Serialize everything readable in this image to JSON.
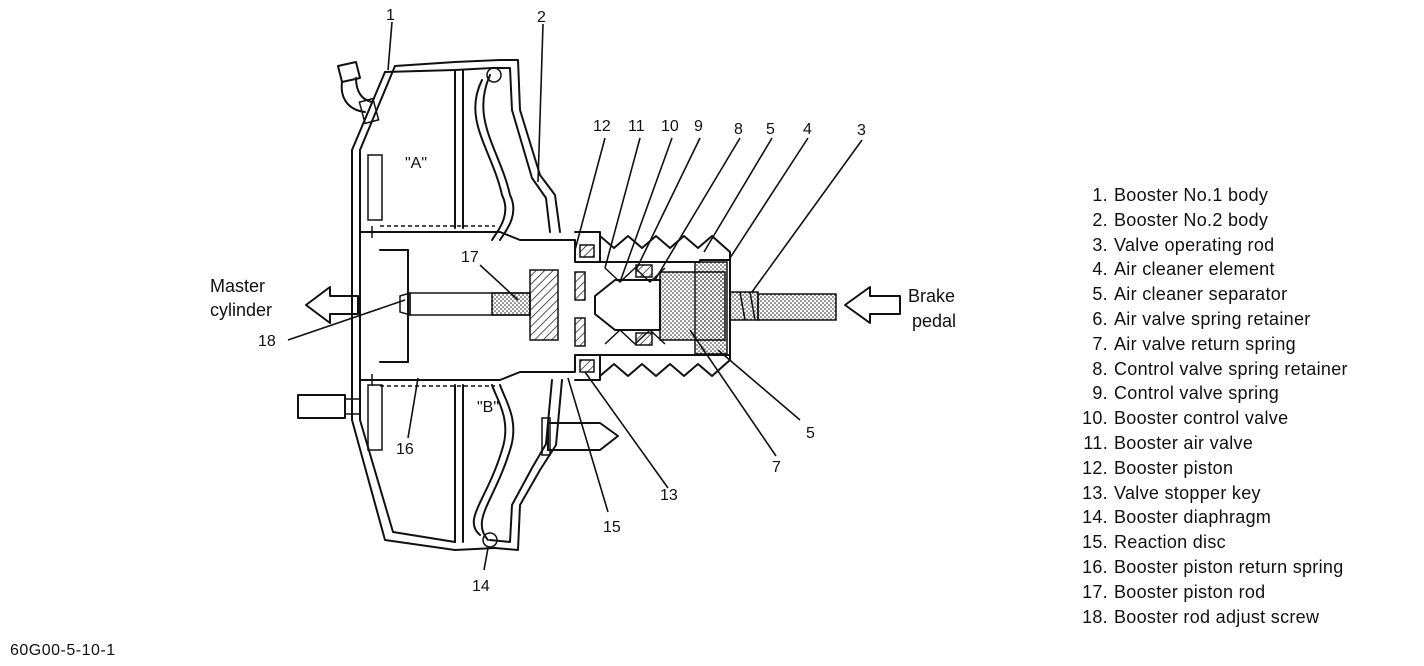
{
  "diagram": {
    "chamber_a": "\"A\"",
    "chamber_b": "\"B\"",
    "left_label": [
      "Master",
      "cylinder"
    ],
    "right_label": [
      "Brake",
      "pedal"
    ],
    "callouts": {
      "c1": "1",
      "c2": "2",
      "c3": "3",
      "c4": "4",
      "c5_top": "5",
      "c8": "8",
      "c9": "9",
      "c10": "10",
      "c11": "11",
      "c12": "12",
      "c17": "17",
      "c18": "18",
      "c16": "16",
      "c14": "14",
      "c15": "15",
      "c13": "13",
      "c5_low": "5",
      "c7": "7"
    }
  },
  "legend": [
    {
      "num": "1.",
      "label": "Booster No.1 body"
    },
    {
      "num": "2.",
      "label": "Booster No.2 body"
    },
    {
      "num": "3.",
      "label": "Valve operating rod"
    },
    {
      "num": "4.",
      "label": "Air cleaner element"
    },
    {
      "num": "5.",
      "label": "Air cleaner separator"
    },
    {
      "num": "6.",
      "label": "Air valve spring retainer"
    },
    {
      "num": "7.",
      "label": "Air valve return spring"
    },
    {
      "num": "8.",
      "label": "Control valve spring retainer"
    },
    {
      "num": "9.",
      "label": "Control valve spring"
    },
    {
      "num": "10.",
      "label": "Booster control valve"
    },
    {
      "num": "11.",
      "label": "Booster air valve"
    },
    {
      "num": "12.",
      "label": "Booster piston"
    },
    {
      "num": "13.",
      "label": "Valve stopper key"
    },
    {
      "num": "14.",
      "label": "Booster diaphragm"
    },
    {
      "num": "15.",
      "label": "Reaction disc"
    },
    {
      "num": "16.",
      "label": "Booster piston return spring"
    },
    {
      "num": "17.",
      "label": "Booster piston rod"
    },
    {
      "num": "18.",
      "label": "Booster rod adjust screw"
    }
  ],
  "figure_code": "60G00-5-10-1"
}
